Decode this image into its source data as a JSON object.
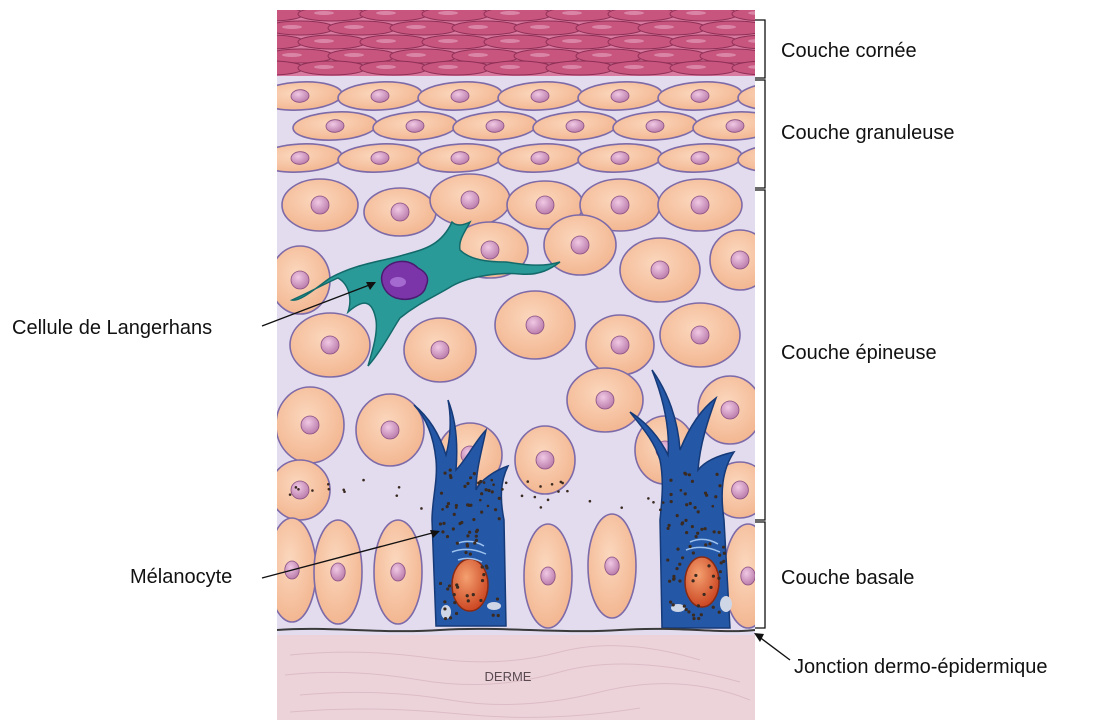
{
  "diagram": {
    "layers": [
      {
        "id": "cornee",
        "label": "Couche cornée"
      },
      {
        "id": "granuleuse",
        "label": "Couche granuleuse"
      },
      {
        "id": "epineuse",
        "label": "Couche épineuse"
      },
      {
        "id": "basale",
        "label": "Couche basale"
      }
    ],
    "cell_labels": {
      "langerhans": "Cellule de Langerhans",
      "melanocyte": "Mélanocyte"
    },
    "junction_label": "Jonction dermo-épidermique",
    "derme_label": "DERME",
    "colors": {
      "stratum_corneum": "#c8557e",
      "keratinocyte": "#f7c2a0",
      "keratinocyte_edge": "#7d6aa8",
      "interstitial": "#e3dcef",
      "nucleus": "#c98ab8",
      "langerhans_cell": "#1f8f8f",
      "langerhans_nucleus": "#6a2e9a",
      "melanocyte": "#1f4f9a",
      "melanocyte_nucleus": "#d8552e",
      "derme": "#ecd3da"
    }
  }
}
